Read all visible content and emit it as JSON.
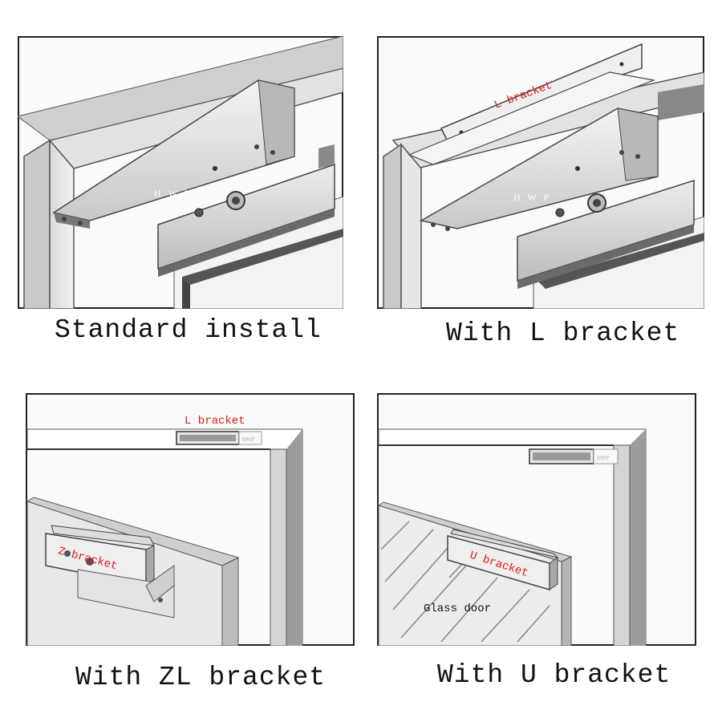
{
  "panels": [
    {
      "id": "standard",
      "caption": "Standard install",
      "watermark": "H W P"
    },
    {
      "id": "l-bracket",
      "caption": "With L bracket",
      "bracket_label": "L bracket",
      "watermark": "H W P"
    },
    {
      "id": "zl-bracket",
      "caption": "With ZL bracket",
      "top_label": "L bracket",
      "bracket_label": "Z bracket",
      "watermark": "HWP"
    },
    {
      "id": "u-bracket",
      "caption": "With U bracket",
      "bracket_label": "U bracket",
      "door_label": "Glass door",
      "watermark": "HWP"
    }
  ],
  "colors": {
    "label_red": "#e01818",
    "frame": "#222222",
    "metal_light": "#e6e6e6",
    "metal_dark": "#9a9a9a"
  }
}
